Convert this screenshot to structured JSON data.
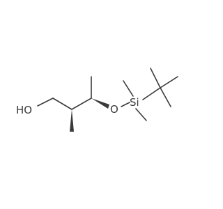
{
  "molecule": {
    "atoms": {
      "hydroxyl_label": "HO",
      "ether_oxygen_label": "O",
      "silicon_label": "Si"
    },
    "colors": {
      "bond": "#3a3a3a",
      "label": "#3a3a3a",
      "background": "#ffffff"
    }
  }
}
